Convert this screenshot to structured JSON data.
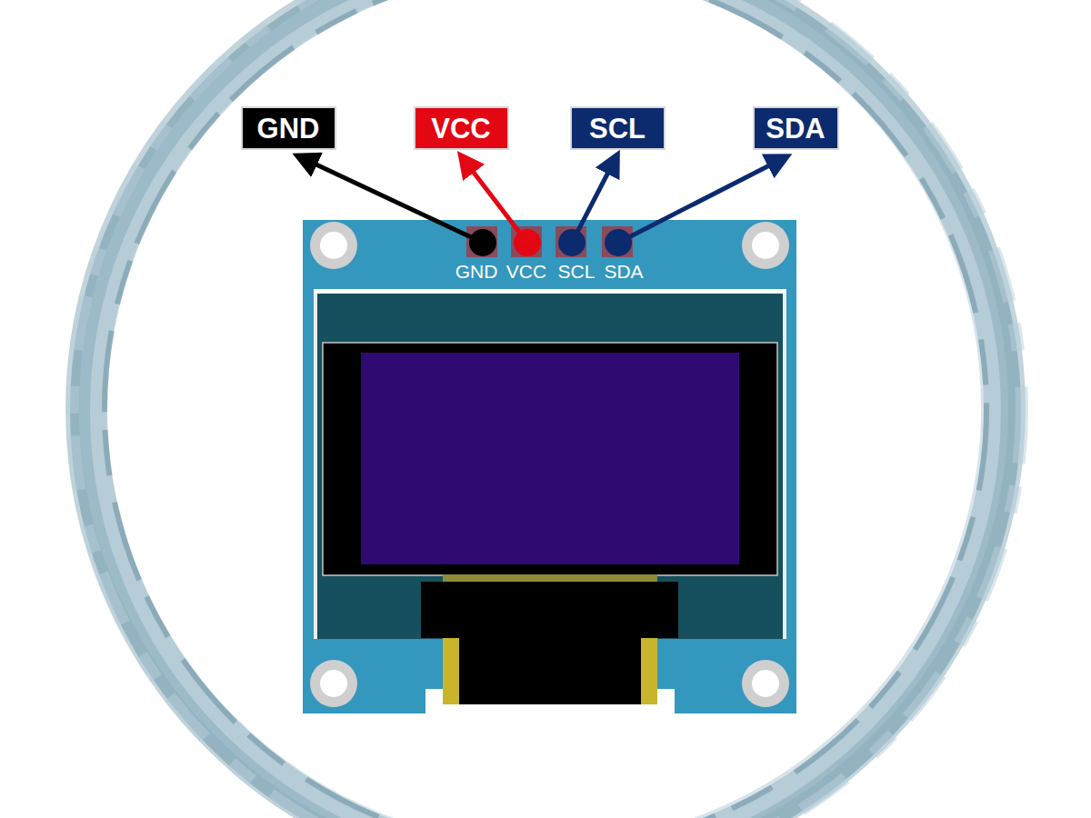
{
  "diagram": {
    "nodes": [
      {
        "text": [
          "GND"
        ]
      },
      {
        "text": [
          "VCC"
        ]
      },
      {
        "text": [
          "SCL"
        ]
      },
      {
        "text": [
          "SDA"
        ]
      }
    ],
    "labels": [
      "GND",
      "VCC",
      "SCL",
      "SDA"
    ]
  }
}
